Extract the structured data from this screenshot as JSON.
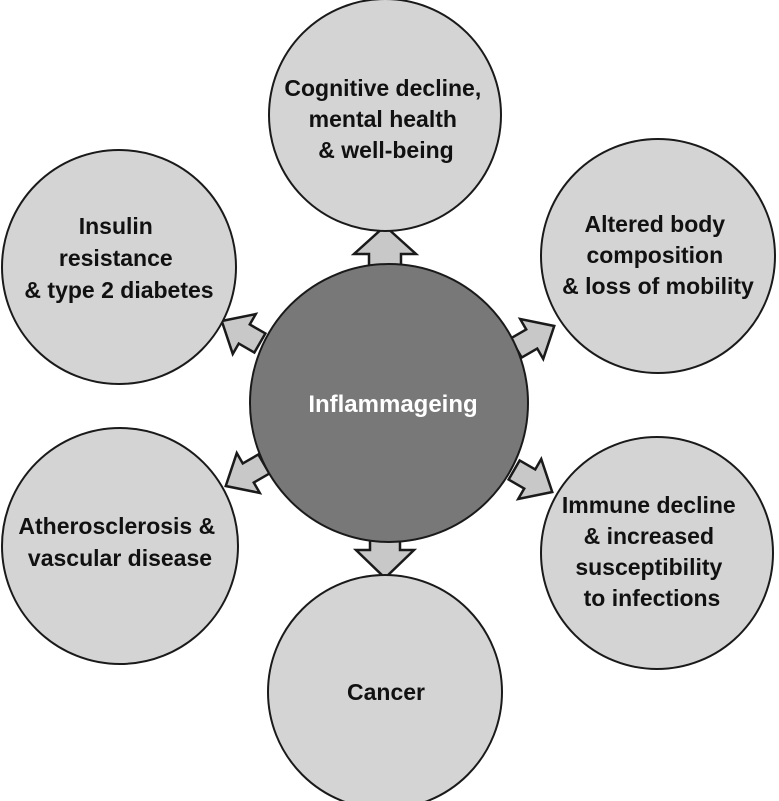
{
  "center": {
    "label": "Inflammageing"
  },
  "outcomes": {
    "cognitive": {
      "lines": [
        "Cognitive decline,",
        "mental health",
        "& well-being"
      ]
    },
    "body": {
      "lines": [
        "Altered body",
        "composition",
        "& loss of mobility"
      ]
    },
    "immune": {
      "lines": [
        "Immune decline",
        "& increased",
        "susceptibility",
        "to infections"
      ]
    },
    "cancer": {
      "lines": [
        "Cancer"
      ]
    },
    "vascular": {
      "lines": [
        "Atherosclerosis &",
        "vascular disease"
      ]
    },
    "insulin": {
      "lines": [
        "Insulin",
        "resistance",
        "& type 2 diabetes"
      ]
    }
  },
  "colors": {
    "outer_fill": "#d4d4d4",
    "center_fill": "#787878",
    "arrow_fill": "#c8c8c8",
    "stroke": "#1a1a1a"
  }
}
